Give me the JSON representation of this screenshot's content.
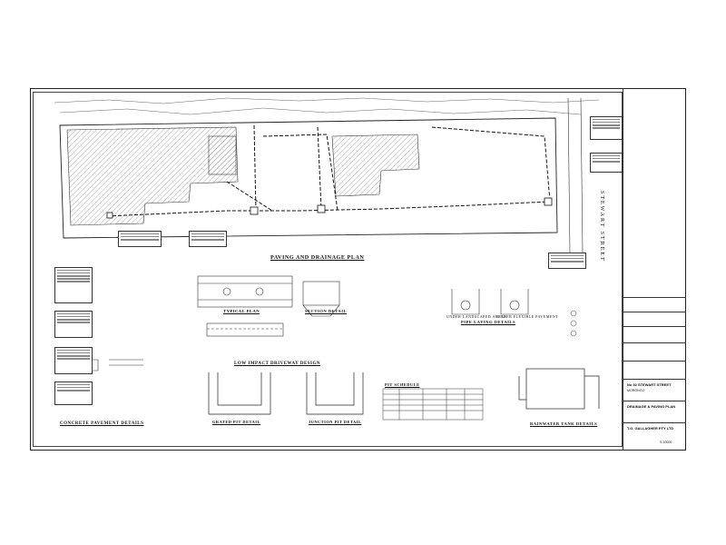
{
  "sheet": {
    "plan_title": "PAVING AND DRAINAGE PLAN",
    "street_label": "STEWART STREET",
    "details": {
      "typical_plan": "TYPICAL PLAN",
      "section": "SECTION DETAIL",
      "pipe_laying": "PIPE LAYING DETAILS",
      "low_impact": "LOW IMPACT DRIVEWAY DESIGN",
      "pit_schedule": "PIT SCHEDULE",
      "concrete_pavement": "CONCRETE PAVEMENT DETAILS",
      "grated_pit": "GRATED PIT DETAIL",
      "junction_pit": "JUNCTION PIT DETAIL",
      "rainwater_tank": "RAINWATER TANK DETAILS",
      "landscaped": "UNDER LANDSCAPED AREAS",
      "flexible": "UNDER FLEXIBLE PAVEMENT"
    },
    "title_block": {
      "project": "No 52 STEWART STREET",
      "suburb": "MORONGO",
      "drawing_title": "DRAINAGE & PAVING PLAN",
      "firm": "T.G. GALLAGHER PTY LTD",
      "drawing_no": "S.10000"
    }
  }
}
